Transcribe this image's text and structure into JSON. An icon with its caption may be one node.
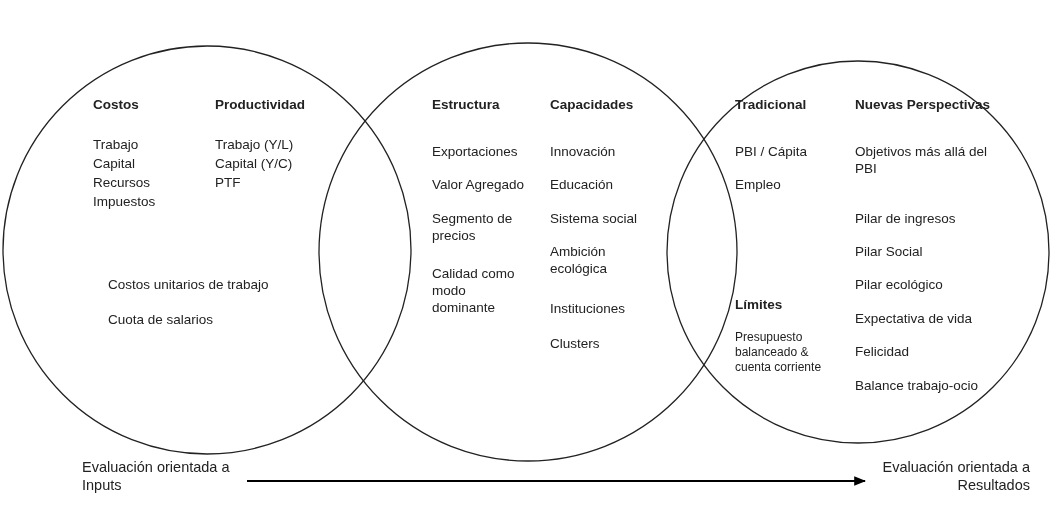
{
  "diagram": {
    "nodes": [
      {
        "text": [
          "Costos",
          "Trabajo",
          "Capital",
          "Recursos",
          "Impuestos",
          "Productividad",
          "Trabajo (Y/L)",
          "Capital (Y/C)",
          "PTF",
          "Costos unitarios de trabajo",
          "Cuota de salarios"
        ]
      },
      {
        "text": [
          "Estructura",
          "Exportaciones",
          "Valor Agregado",
          "Segmento de precios",
          "Calidad como modo dominante",
          "Capacidades",
          "Innovación",
          "Educación",
          "Sistema social",
          "Ambición ecológica",
          "Instituciones",
          "Clusters"
        ]
      },
      {
        "text": [
          "Tradicional",
          "PBI / Cápita",
          "Empleo",
          "Límites",
          "Presupuesto balanceado & cuenta corriente",
          "Nuevas Perspectivas",
          "Objetivos más allá del PBI",
          "Pilar de ingresos",
          "Pilar Social",
          "Pilar ecológico",
          "Expectativa de vida",
          "Felicidad",
          "Balance trabajo-ocio"
        ]
      },
      {
        "text": [
          "Evaluación orientada a Inputs"
        ]
      },
      {
        "text": [
          "Evaluación orientada a Resultados"
        ]
      }
    ],
    "edges": [
      {
        "from": 3,
        "to": 4,
        "arrow": "to"
      }
    ]
  }
}
